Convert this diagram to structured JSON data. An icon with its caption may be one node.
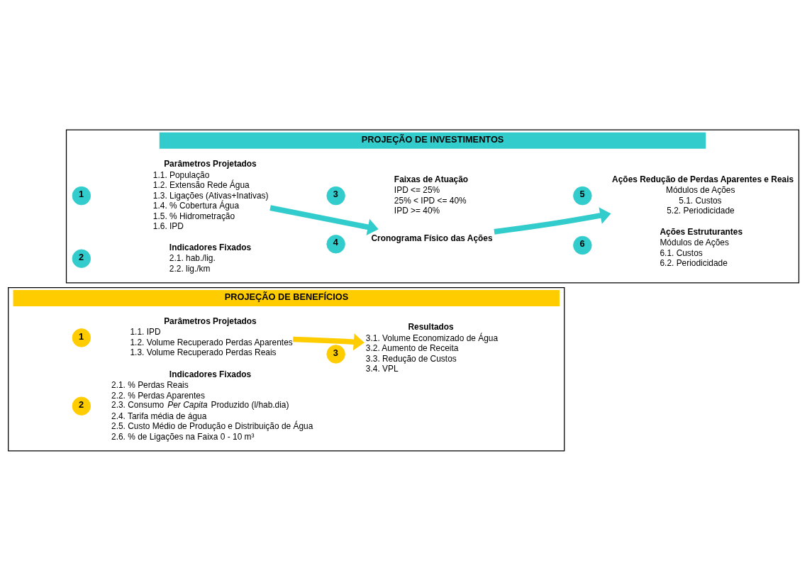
{
  "diagram": {
    "nodes": [
      {
        "text": [
          "PROJEÇÃO DE INVESTIMENTOS"
        ]
      },
      {
        "text": [
          "1"
        ],
        "in": 0
      },
      {
        "text": [
          "Parâmetros Projetados",
          "1.1. População",
          "1.2. Extensão Rede Água",
          "1.3. Ligações (Ativas+Inativas)",
          "1.4. % Cobertura Água",
          "1.5. % Hidrometração",
          "1.6. IPD"
        ],
        "in": 0
      },
      {
        "text": [
          "2"
        ],
        "in": 0
      },
      {
        "text": [
          "Indicadores Fixados",
          "2.1. hab./lig.",
          "2.2. lig./km"
        ],
        "in": 0
      },
      {
        "text": [
          "3"
        ],
        "in": 0
      },
      {
        "text": [
          "Faixas de Atuação",
          "IPD <= 25%",
          "25% < IPD <= 40%",
          "IPD >= 40%"
        ],
        "in": 0
      },
      {
        "text": [
          "4"
        ],
        "in": 0
      },
      {
        "text": [
          "Cronograma Físico das Ações"
        ],
        "in": 0
      },
      {
        "text": [
          "5"
        ],
        "in": 0
      },
      {
        "text": [
          "Ações Redução de Perdas Aparentes e Reais",
          "Módulos de Ações",
          "5.1. Custos",
          "5.2. Periodicidade"
        ],
        "in": 0
      },
      {
        "text": [
          "Ações Estruturantes",
          "Módulos de Ações",
          "6.1. Custos",
          "6.2. Periodicidade"
        ],
        "in": 0
      },
      {
        "text": [
          "6"
        ],
        "in": 0
      },
      {
        "text": [
          "PROJEÇÃO DE BENEFÍCIOS"
        ]
      },
      {
        "text": [
          "1"
        ],
        "in": 13
      },
      {
        "text": [
          "Parâmetros Projetados",
          "1.1. IPD",
          "1.2. Volume Recuperado Perdas Aparentes",
          "1.3. Volume Recuperado Perdas Reais"
        ],
        "in": 13
      },
      {
        "text": [
          "2"
        ],
        "in": 13
      },
      {
        "text": [
          "Indicadores Fixados",
          "2.1. % Perdas Reais",
          "2.2. % Perdas Aparentes",
          "2.3. Consumo *Per Capita* Produzido (l/hab.dia)",
          "2.4. Tarifa média de água",
          "2.5. Custo Médio de Produção e Distribuição de Água",
          "2.6. % de Ligações na Faixa 0 - 10 m³"
        ],
        "in": 13
      },
      {
        "text": [
          "3"
        ],
        "in": 13
      },
      {
        "text": [
          "Resultados",
          "3.1. Volume Economizado de Água",
          "3.2. Aumento de Receita",
          "3.3. Redução de Custos",
          "3.4. VPL"
        ],
        "in": 13
      }
    ],
    "edges": [
      {
        "from": 2,
        "to": 8,
        "arrow": "to",
        "color": "#33cccc"
      },
      {
        "from": 8,
        "to": 10,
        "arrow": "to",
        "color": "#33cccc"
      },
      {
        "from": 15,
        "to": 19,
        "arrow": "to",
        "color": "#ffcc00"
      }
    ]
  }
}
